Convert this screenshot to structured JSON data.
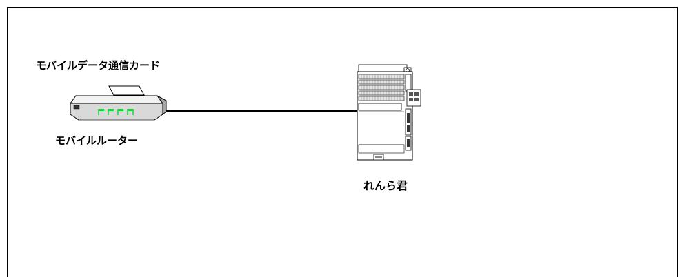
{
  "diagram": {
    "nodes": {
      "mobile_card_label": "モバイルデータ通信カード",
      "mobile_router_label": "モバイルルーター",
      "renra_label": "れんら君"
    },
    "icons": {
      "router": "router-icon",
      "plc": "plc-unit-icon"
    },
    "colors": {
      "led": "#22cc44",
      "device_body": "#d9d9d9",
      "line": "#000000"
    },
    "edges": [
      {
        "from": "mobile_router",
        "to": "renra"
      }
    ]
  }
}
